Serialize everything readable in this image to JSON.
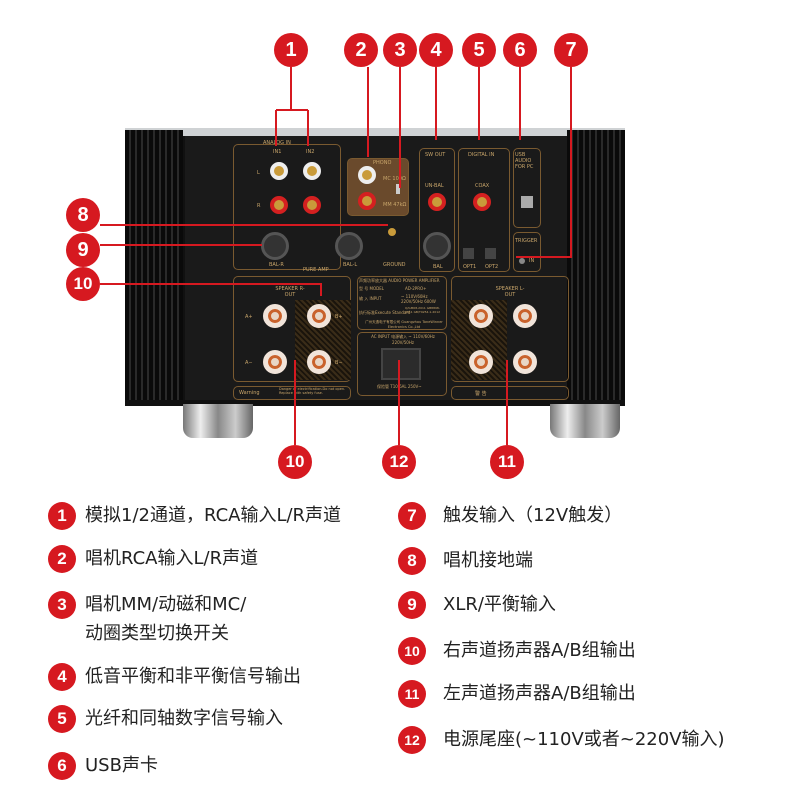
{
  "callouts_top": [
    "1",
    "2",
    "3",
    "4",
    "5",
    "6",
    "7"
  ],
  "callouts_left": [
    "8",
    "9",
    "10"
  ],
  "callouts_bottom": [
    "10",
    "12",
    "11"
  ],
  "panel": {
    "analog_in": "ANALOG IN",
    "in1": "IN1",
    "in2": "IN2",
    "l": "L",
    "r": "R",
    "phono": "PHONO",
    "mc": "MC 100Ω",
    "mm": "MM 47kΩ",
    "sw_out": "SW OUT",
    "unbal": "UN-BAL",
    "bal": "BAL",
    "digital_in": "DIGITAL IN",
    "coax": "COAX",
    "opt1": "OPT1",
    "opt2": "OPT2",
    "usb": "USB AUDIO FOR PC",
    "trigger": "TRIGGER",
    "trigger_in": "IN",
    "bal_r": "BAL-R",
    "bal_l": "BAL-L",
    "pure_amp": "PURE AMP",
    "ground": "GROUND",
    "speaker_r": "SPEAKER R-OUT",
    "speaker_l": "SPEAKER L-OUT",
    "a_plus": "A+",
    "a_minus": "A−",
    "b_plus": "B+",
    "b_minus": "B−",
    "product_name": "声频功率放大器 AUDIO POWER AMPLIFIER",
    "model_label": "型 号 MODEL",
    "model": "AD-2PRO+",
    "input_label": "输 入 INPUT",
    "input": "~ 110V/60Hz 220V/50Hz 600W",
    "standard_label": "执行标准Execute Standard",
    "standard": "Q/GM08-2011 GB8898-2011 GB/T9254.1-2012",
    "maker": "广州天逸电子有限公司 Guangzhou ToneWinner Electronics Co.,Ltd",
    "ac_input": "AC INPUT 电源输入 ~ 110V/60Hz 220V/50Hz",
    "fuse": "保险管 T10 6AL 250V~",
    "warning": "Warning",
    "warning_text": "Danger of electrification.Do not open. Replace with safety fuse.",
    "warning_cn": "警 告"
  },
  "legend": {
    "left": [
      {
        "num": "1",
        "text": "模拟1/2通道，RCA输入L/R声道"
      },
      {
        "num": "2",
        "text": "唱机RCA输入L/R声道"
      },
      {
        "num": "3",
        "text": "唱机MM/动磁和MC/",
        "text2": "动圈类型切换开关"
      },
      {
        "num": "4",
        "text": "低音平衡和非平衡信号输出"
      },
      {
        "num": "5",
        "text": "光纤和同轴数字信号输入"
      },
      {
        "num": "6",
        "text": "USB声卡"
      }
    ],
    "right": [
      {
        "num": "7",
        "text": "触发输入（12V触发）"
      },
      {
        "num": "8",
        "text": "唱机接地端"
      },
      {
        "num": "9",
        "text": "XLR/平衡输入"
      },
      {
        "num": "10",
        "text": "右声道扬声器A/B组输出"
      },
      {
        "num": "11",
        "text": "左声道扬声器A/B组输出"
      },
      {
        "num": "12",
        "text": "电源尾座(~110V或者~220V输入)"
      }
    ]
  },
  "colors": {
    "callout": "#d61920",
    "panel_trim": "#c9a66b"
  }
}
